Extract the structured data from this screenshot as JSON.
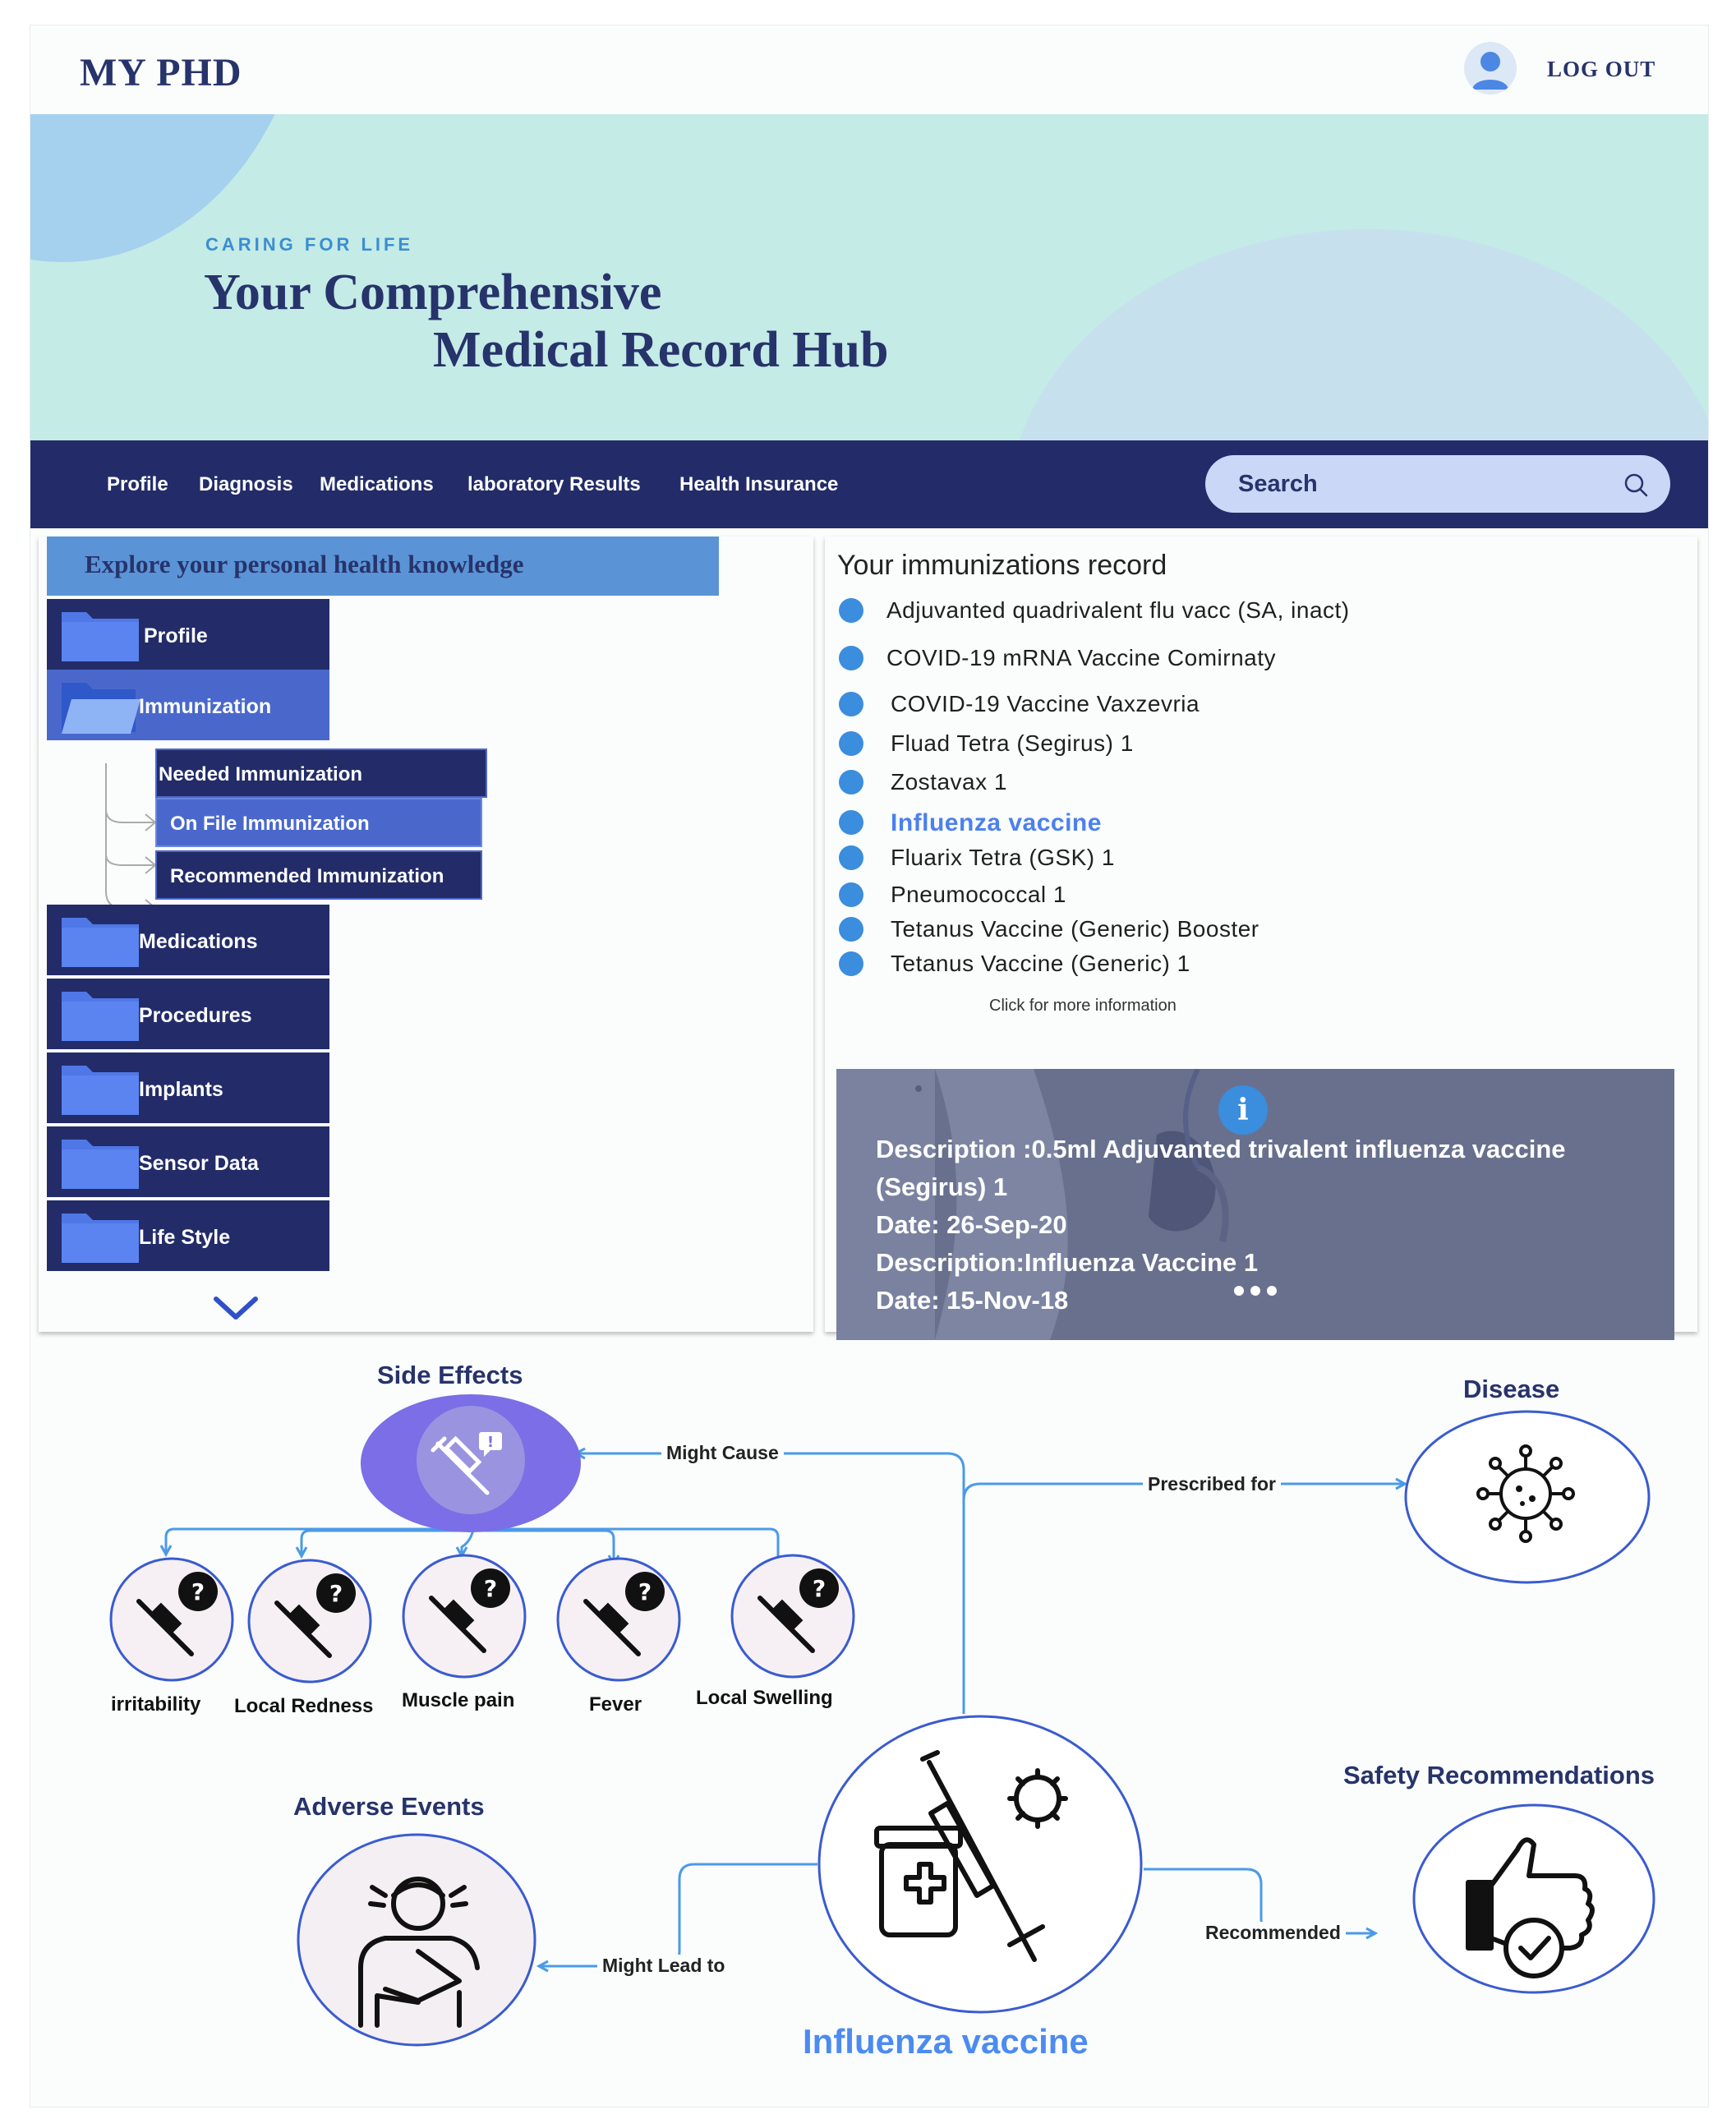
{
  "app": {
    "brand": "MY PHD",
    "logout_label": "LOG OUT"
  },
  "hero": {
    "tagline": "CARING FOR LIFE",
    "title_line1": "Your Comprehensive",
    "title_line2": "Medical Record Hub"
  },
  "nav": {
    "links": [
      "Profile",
      "Diagnosis",
      "Medications",
      "laboratory Results",
      "Health Insurance"
    ],
    "search_placeholder": "Search"
  },
  "sidebar": {
    "title": "Explore your personal health knowledge",
    "items": [
      "Profile",
      "Immunization",
      "Medications",
      "Procedures",
      "Implants",
      "Sensor Data",
      "Life Style"
    ],
    "active_item": "Immunization",
    "sub_items": [
      "Needed  Immunization",
      "On File  Immunization",
      "Recommended  Immunization"
    ],
    "active_sub_item": "On File  Immunization"
  },
  "immunizations": {
    "title": "Your immunizations record",
    "items": [
      "Adjuvanted quadrivalent flu vacc (SA, inact)",
      "COVID-19 mRNA Vaccine Comirnaty",
      "COVID-19 Vaccine Vaxzevria",
      "Fluad Tetra (Segirus) 1",
      "Zostavax 1",
      "Influenza vaccine",
      "Fluarix Tetra (GSK) 1",
      "Pneumococcal 1",
      "Tetanus Vaccine (Generic) Booster",
      "Tetanus Vaccine (Generic) 1"
    ],
    "highlighted_item": "Influenza vaccine",
    "more_info": "Click for more information"
  },
  "info_card": {
    "icon": "i",
    "line1": "Description :0.5ml Adjuvanted trivalent influenza vaccine",
    "line2": "(Segirus) 1",
    "line3": "Date: 26-Sep-20",
    "line4": "Description:Influenza Vaccine 1",
    "line5": " Date: 15-Nov-18"
  },
  "diagram": {
    "side_effects_title": "Side Effects",
    "disease_title": "Disease",
    "adverse_events_title": "Adverse Events",
    "safety_title": "Safety Recommendations",
    "center_title": "Influenza vaccine",
    "edges": {
      "might_cause": "Might Cause",
      "prescribed_for": "Prescribed for",
      "might_lead_to": "Might Lead to",
      "recommended": "Recommended"
    },
    "side_effects": [
      "irritability",
      "Local Redness",
      "Muscle pain",
      "Fever",
      "Local Swelling"
    ]
  },
  "colors": {
    "navy": "#232c69",
    "hero_bg": "#c4ebe6",
    "accent_blue": "#3b8ddd",
    "highlight_blue": "#4c80ee",
    "side_effects_purple": "#7b6ee6",
    "edge_blue": "#4a9ae8"
  }
}
